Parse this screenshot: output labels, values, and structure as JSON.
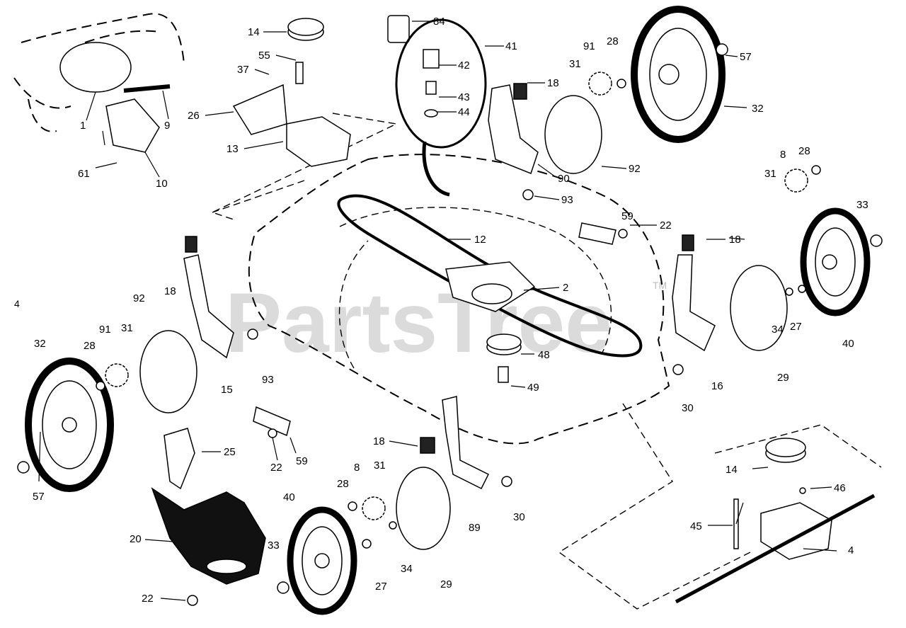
{
  "page_number": "4",
  "watermark": {
    "text": "PartsTree",
    "trademark": "TM"
  },
  "callouts": [
    "1",
    "9",
    "10",
    "61",
    "14",
    "55",
    "37",
    "26",
    "13",
    "84",
    "41",
    "42",
    "43",
    "44",
    "18",
    "91",
    "28",
    "31",
    "32",
    "57",
    "90",
    "92",
    "93",
    "59",
    "22",
    "12",
    "2",
    "48",
    "49",
    "16",
    "30",
    "29",
    "8",
    "33",
    "40",
    "34",
    "27",
    "15",
    "25",
    "20",
    "89",
    "46",
    "45",
    "4"
  ]
}
